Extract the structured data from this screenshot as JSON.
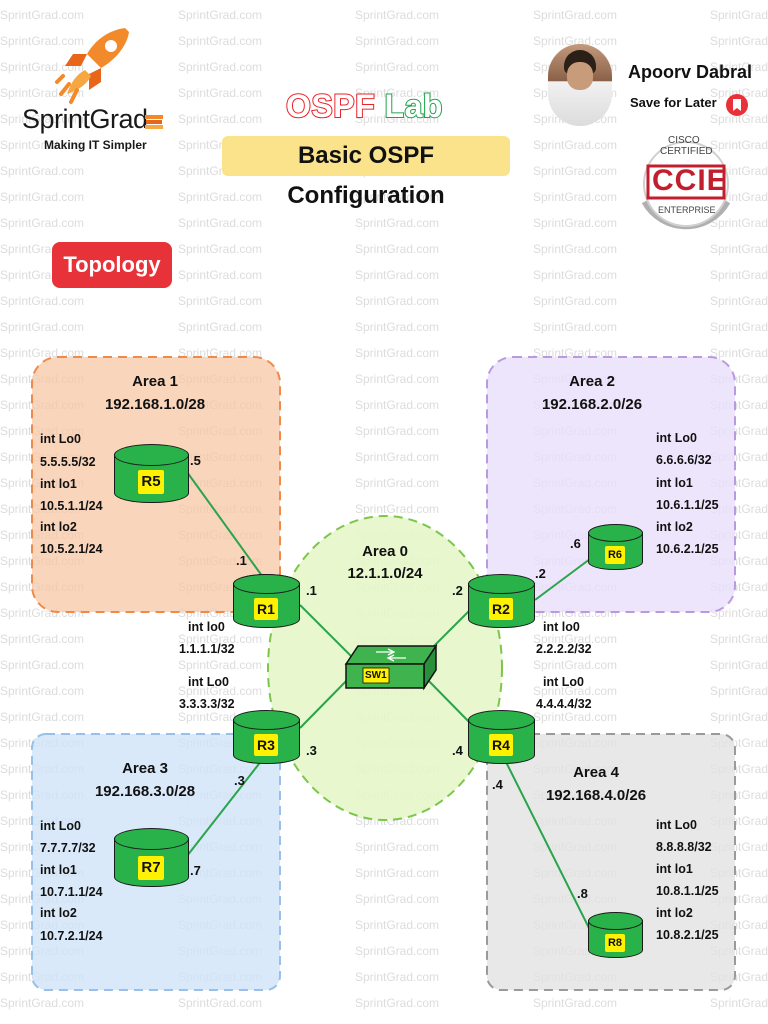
{
  "watermark": "SprintGrad.com",
  "brand": {
    "name": "SprintGrad",
    "tagline": "Making IT Simpler"
  },
  "title": {
    "word1": "OSPF",
    "word2": "Lab",
    "subtitle": "Basic OSPF Configuration"
  },
  "author": {
    "name": "Apoorv Dabral",
    "save_label": "Save for Later"
  },
  "badge": {
    "line1": "CISCO",
    "line2": "CERTIFIED",
    "main": "CCIE",
    "line3": "ENTERPRISE"
  },
  "topology_label": "Topology",
  "colors": {
    "area1": "#f7c7a6",
    "area2": "#e9defa",
    "area3": "#cfe3f7",
    "area4": "#e2e2e2",
    "area0": "#e6f6c9",
    "router": "#29b24a",
    "router_tag": "#fff200",
    "link": "#2aa44a",
    "accent_red": "#e8323a"
  },
  "areas": {
    "a1": {
      "name": "Area 1",
      "net": "192.168.1.0/28"
    },
    "a2": {
      "name": "Area 2",
      "net": "192.168.2.0/26"
    },
    "a3": {
      "name": "Area 3",
      "net": "192.168.3.0/28"
    },
    "a4": {
      "name": "Area 4",
      "net": "192.168.4.0/26"
    },
    "a0": {
      "name": "Area 0",
      "net": "12.1.1.0/24"
    }
  },
  "routers": {
    "r1": "R1",
    "r2": "R2",
    "r3": "R3",
    "r4": "R4",
    "r5": "R5",
    "r6": "R6",
    "r7": "R7",
    "r8": "R8",
    "sw1": "SW1"
  },
  "interfaces": {
    "r5": [
      "int Lo0",
      "5.5.5.5/32",
      "int lo1",
      "10.5.1.1/24",
      "int lo2",
      "10.5.2.1/24"
    ],
    "r6": [
      "int Lo0",
      "6.6.6.6/32",
      "int lo1",
      "10.6.1.1/25",
      "int lo2",
      "10.6.2.1/25"
    ],
    "r7": [
      "int Lo0",
      "7.7.7.7/32",
      "int lo1",
      "10.7.1.1/24",
      "int lo2",
      "10.7.2.1/24"
    ],
    "r8": [
      "int Lo0",
      "8.8.8.8/32",
      "int lo1",
      "10.8.1.1/25",
      "int lo2",
      "10.8.2.1/25"
    ],
    "r1": [
      "int lo0",
      "1.1.1.1/32"
    ],
    "r2": [
      "int lo0",
      "2.2.2.2/32"
    ],
    "r3": [
      "int Lo0",
      "3.3.3.3/32"
    ],
    "r4": [
      "int Lo0",
      "4.4.4.4/32"
    ]
  },
  "links": {
    "r5": ".5",
    "r1a1": ".1",
    "r1a0": ".1",
    "r2a0": ".2",
    "r2a2": ".2",
    "r6": ".6",
    "r3a0": ".3",
    "r3a3": ".3",
    "r7": ".7",
    "r4a0": ".4",
    "r4a4": ".4",
    "r8": ".8"
  }
}
